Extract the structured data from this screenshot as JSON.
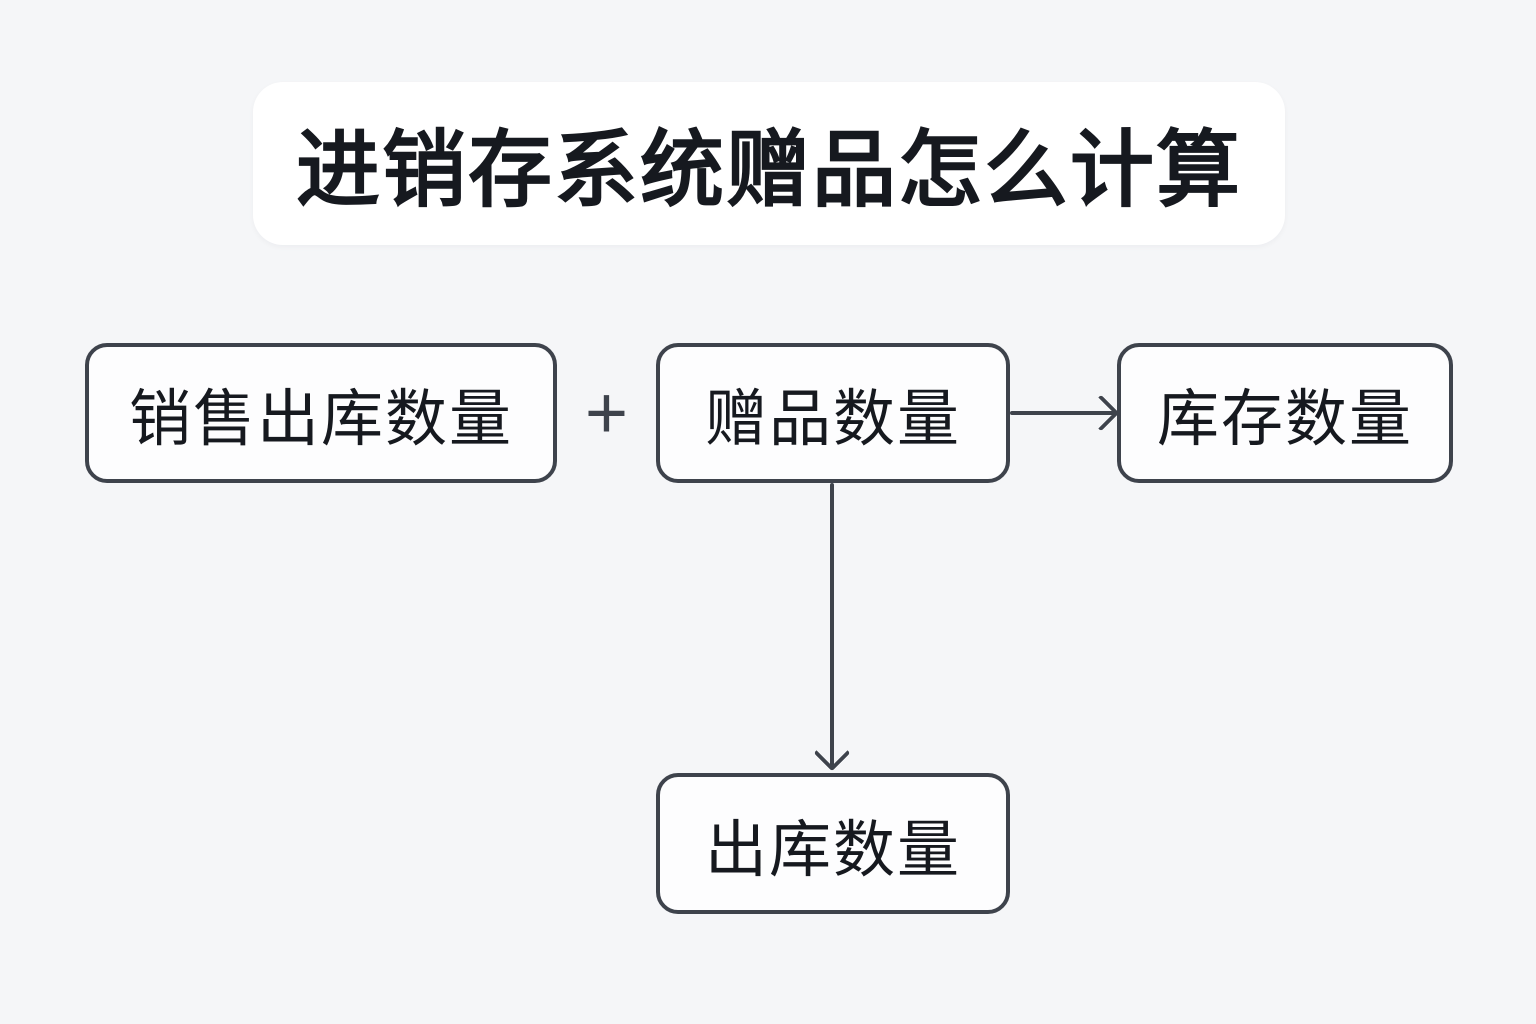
{
  "title": {
    "text": "进销存系统赠品怎么计算"
  },
  "colors": {
    "background": "#f5f6f8",
    "card": "#ffffff",
    "node_fill": "#fdfdfe",
    "node_border": "#3e434c",
    "text": "#16191f",
    "arrow": "#3e434c"
  },
  "diagram": {
    "nodes": [
      {
        "id": "sales-outbound-quantity",
        "label": "销售出库数量"
      },
      {
        "id": "gift-quantity",
        "label": "赠品数量"
      },
      {
        "id": "inventory-quantity",
        "label": "库存数量"
      },
      {
        "id": "outbound-quantity",
        "label": "出库数量"
      }
    ],
    "operator": {
      "symbol": "+"
    },
    "edges": [
      {
        "from": "gift-quantity",
        "to": "inventory-quantity",
        "direction": "right"
      },
      {
        "from": "gift-quantity",
        "to": "outbound-quantity",
        "direction": "down"
      }
    ]
  }
}
